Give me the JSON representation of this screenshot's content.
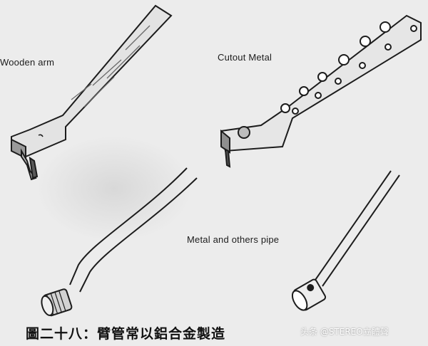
{
  "figure": {
    "labels": {
      "wooden_arm": "Wooden arm",
      "cutout_metal": "Cutout Metal",
      "metal_pipe": "Metal and others pipe"
    },
    "caption": "圖二十八：臂管常以鋁合金製造",
    "watermark": "头条 @STEREO立體聲"
  }
}
